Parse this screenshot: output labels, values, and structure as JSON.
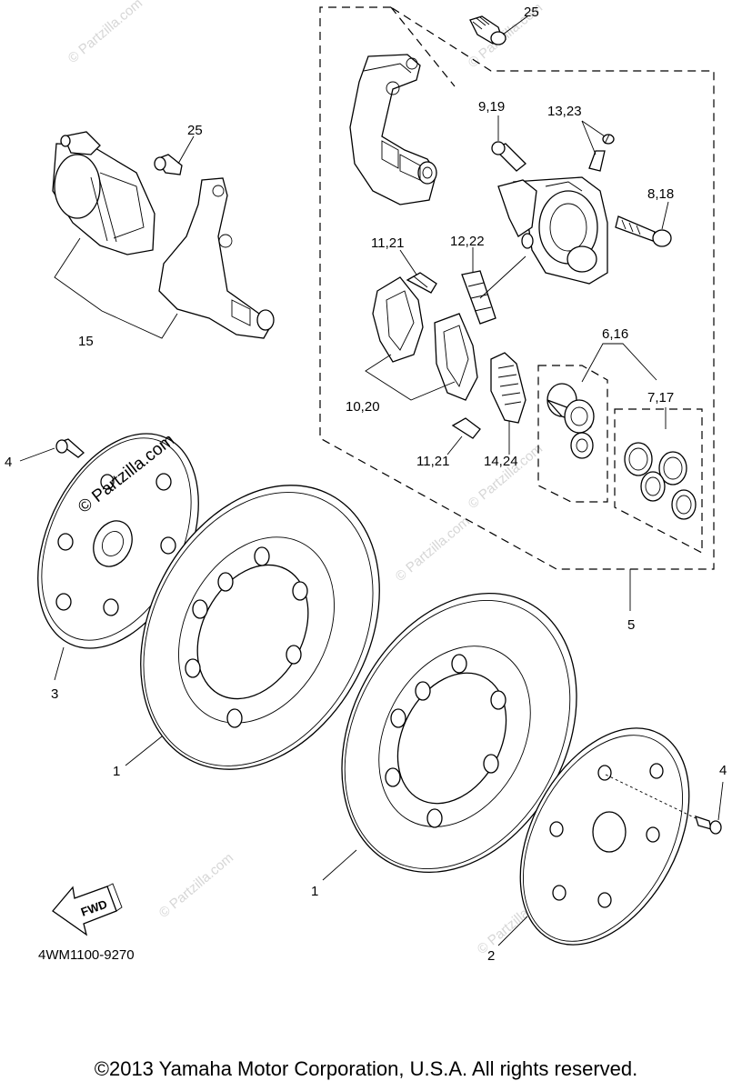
{
  "labels": {
    "l25a": "25",
    "l25b": "25",
    "l9_19": "9,19",
    "l13_23": "13,23",
    "l8_18": "8,18",
    "l11_21a": "11,21",
    "l12_22": "12,22",
    "l6_16": "6,16",
    "l7_17": "7,17",
    "l10_20": "10,20",
    "l11_21b": "11,21",
    "l14_24": "14,24",
    "l15": "15",
    "l4a": "4",
    "l4b": "4",
    "l3": "3",
    "l1a": "1",
    "l1b": "1",
    "l5": "5",
    "l2": "2"
  },
  "fwd_label": "FWD",
  "diagram_code": "4WM1100-9270",
  "watermarks": {
    "wm1": "© Partzilla.com",
    "wm2": "© Partzilla.com",
    "wm3": "© Partzilla.com",
    "wm4": "© Partzilla.com",
    "wm5": "© Partzilla.com",
    "wm6": "© Partzilla.com",
    "wm_big": "© Partzilla.com"
  },
  "copyright": "©2013 Yamaha Motor Corporation, U.S.A. All rights reserved."
}
